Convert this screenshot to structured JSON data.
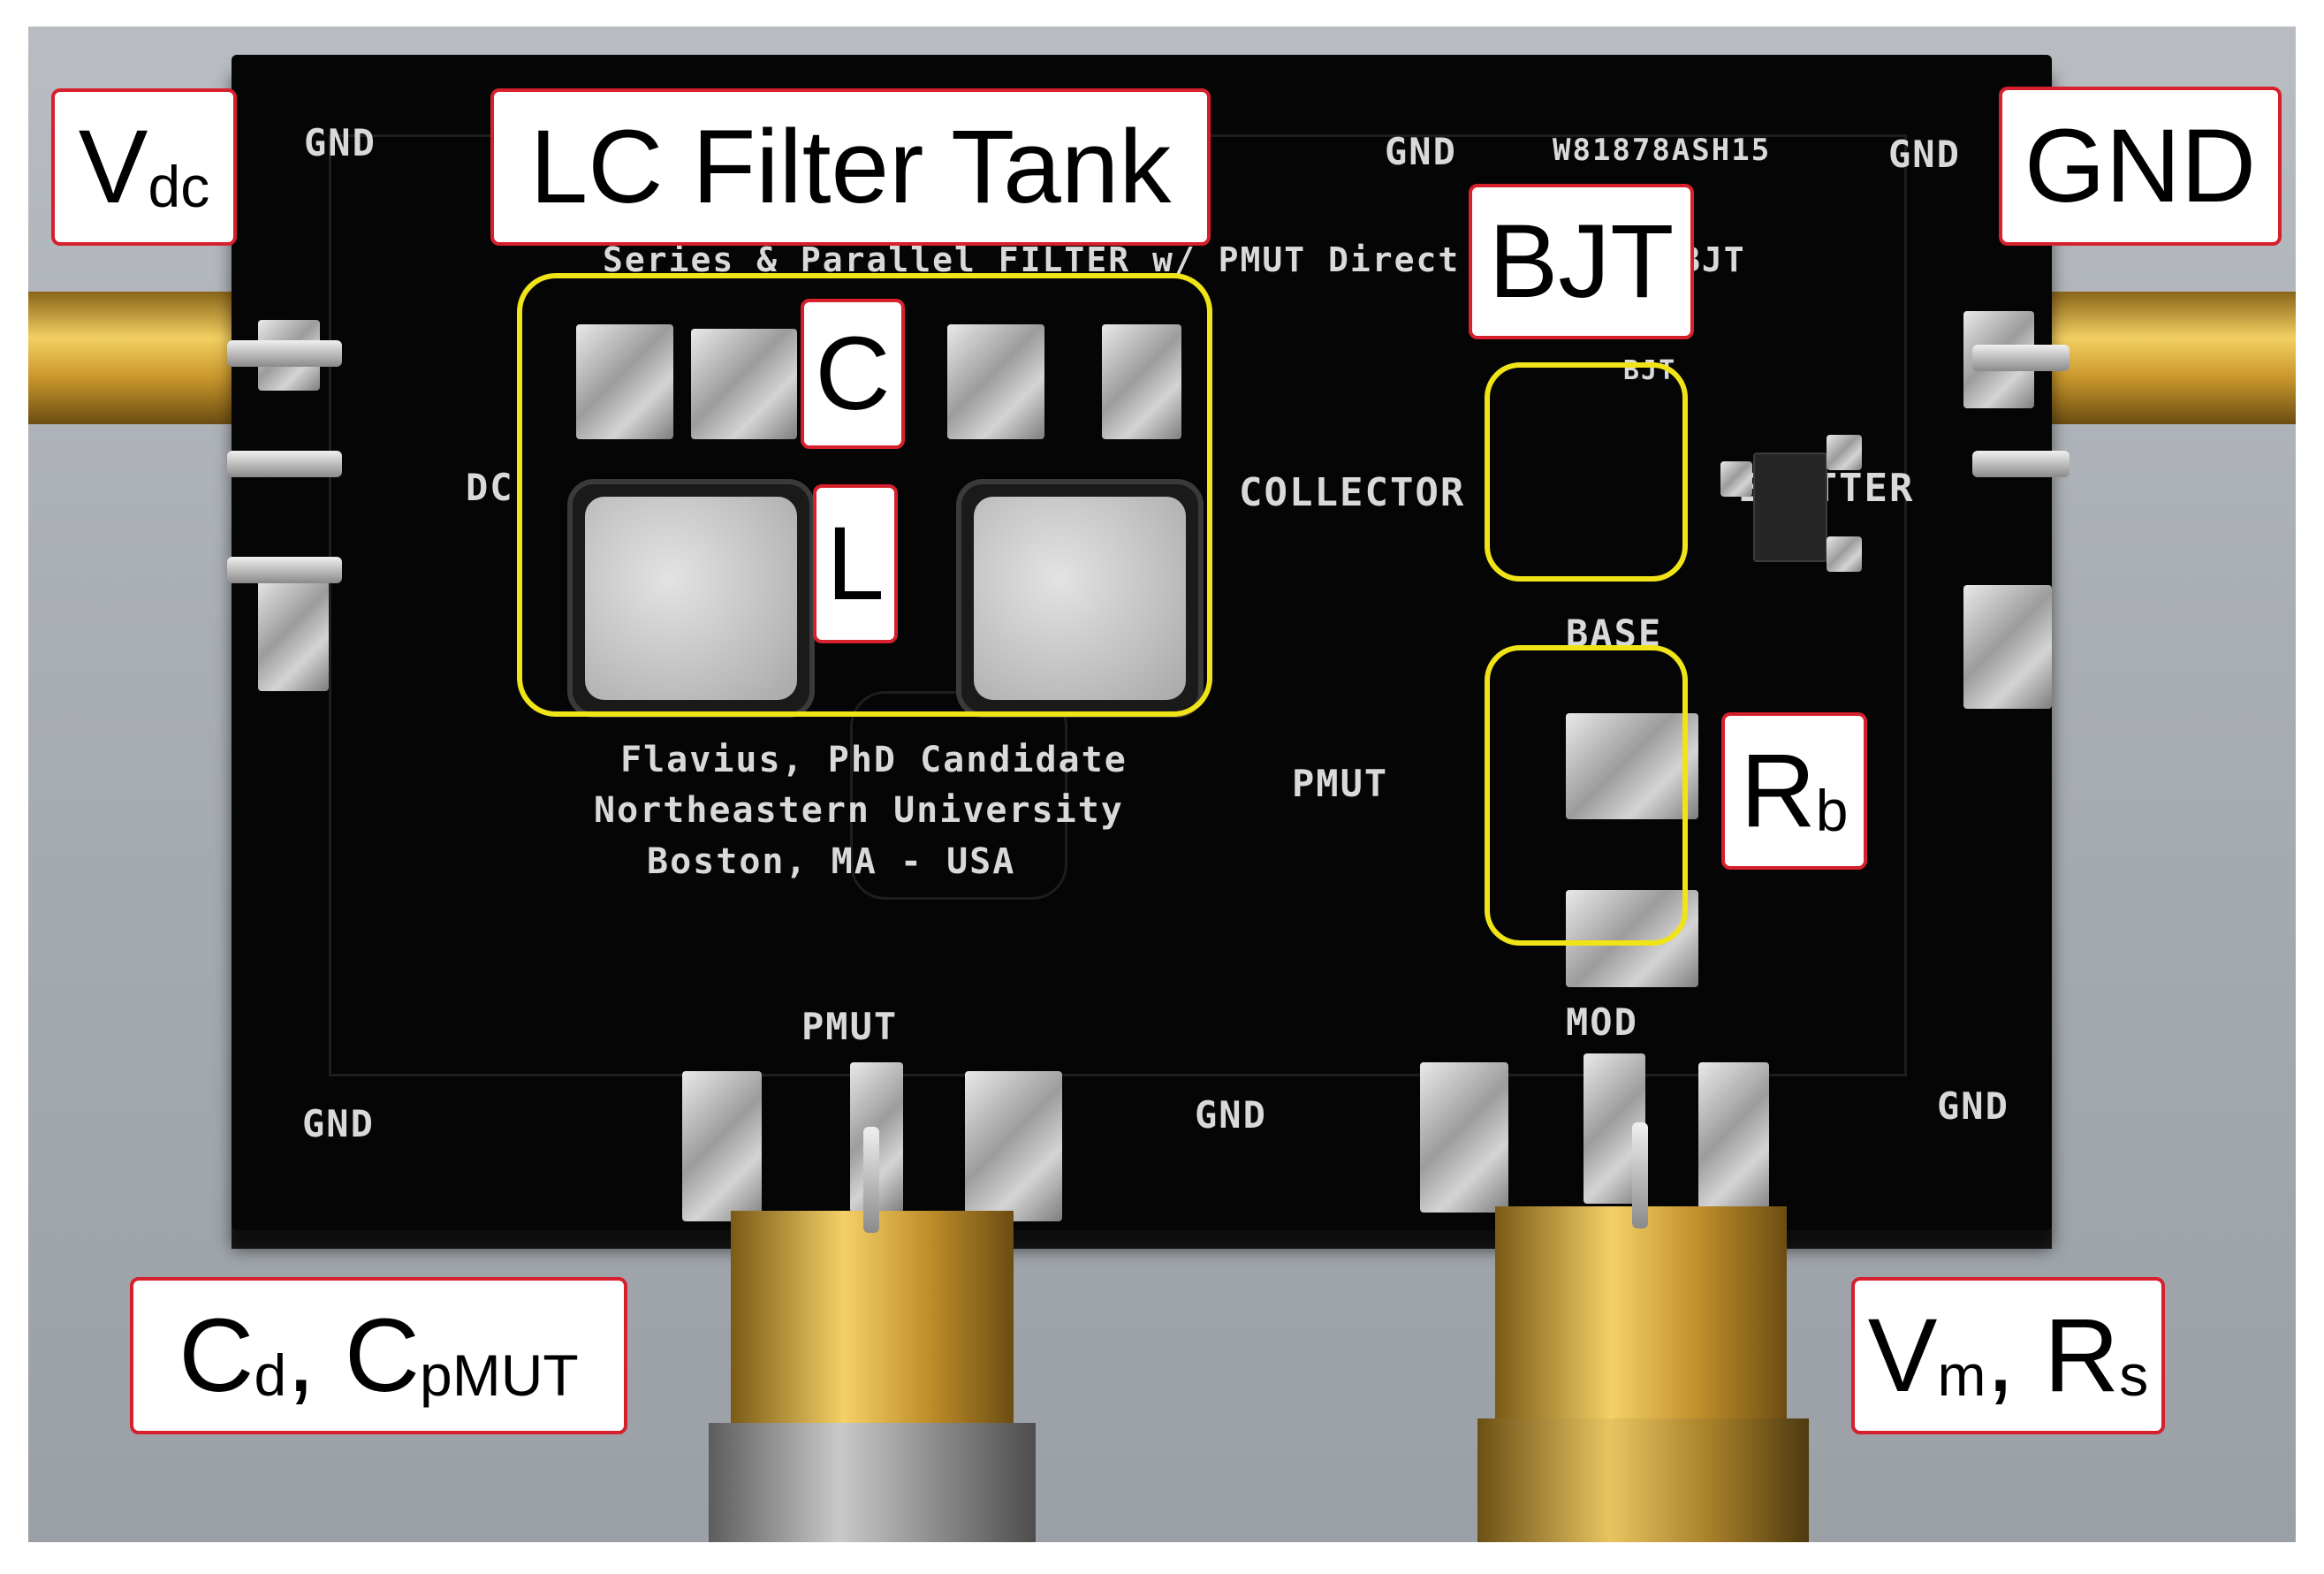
{
  "labels": {
    "vdc": {
      "main": "V",
      "sub": "dc"
    },
    "lc_filter_tank": "LC Filter Tank",
    "gnd": "GND",
    "bjt": "BJT",
    "c": "C",
    "l": "L",
    "rb": {
      "main": "R",
      "sub": "b"
    },
    "cd_cpmut": {
      "main1": "C",
      "sub1": "d",
      "sep": ", ",
      "main2": "C",
      "sub2": "pMUT"
    },
    "vm_rs": {
      "main1": "V",
      "sub1": "m",
      "sep": ", ",
      "main2": "R",
      "sub2": "s"
    }
  },
  "silkscreen": {
    "gnd": "GND",
    "part_number": "W81878ASH15",
    "title_line": "Series & Parallel FILTER w/ PMUT Direct Mod with BJT",
    "bjt": "BJT",
    "dc": "DC",
    "collector": "COLLECTOR",
    "emitter": "EMITTER",
    "base": "BASE",
    "pmut": "PMUT",
    "mod": "MOD",
    "credit_line1": "Flavius, PhD Candidate",
    "credit_line2": "Northeastern University",
    "credit_line3": "Boston, MA - USA"
  },
  "colors": {
    "label_border": "#d6202c",
    "highlight": "#f0e419",
    "board": "#050505",
    "gold": "#d4a640"
  }
}
